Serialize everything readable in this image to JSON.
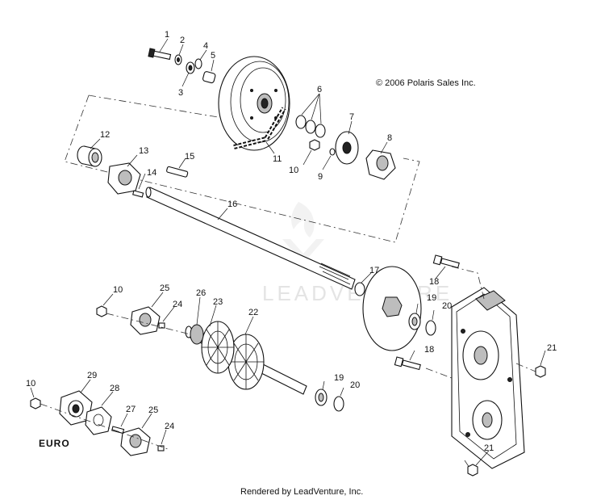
{
  "copyright": "© 2006 Polaris Sales Inc.",
  "footer": "Rendered by LeadVenture, Inc.",
  "watermark": "LEADVENTURE",
  "region_label": "EURO",
  "callouts": [
    "1",
    "2",
    "3",
    "4",
    "5",
    "6",
    "7",
    "8",
    "9",
    "10",
    "11",
    "12",
    "13",
    "14",
    "15",
    "16",
    "17",
    "18",
    "19",
    "20",
    "21",
    "22",
    "23",
    "24",
    "25",
    "26",
    "27",
    "28",
    "29"
  ],
  "callouts_lower": {
    "n10a": "10",
    "n10b": "10",
    "n18a": "18",
    "n18b": "18",
    "n19a": "19",
    "n19b": "19",
    "n20a": "20",
    "n20b": "20",
    "n21a": "21",
    "n21b": "21",
    "n24a": "24",
    "n24b": "24",
    "n25a": "25",
    "n25b": "25"
  }
}
